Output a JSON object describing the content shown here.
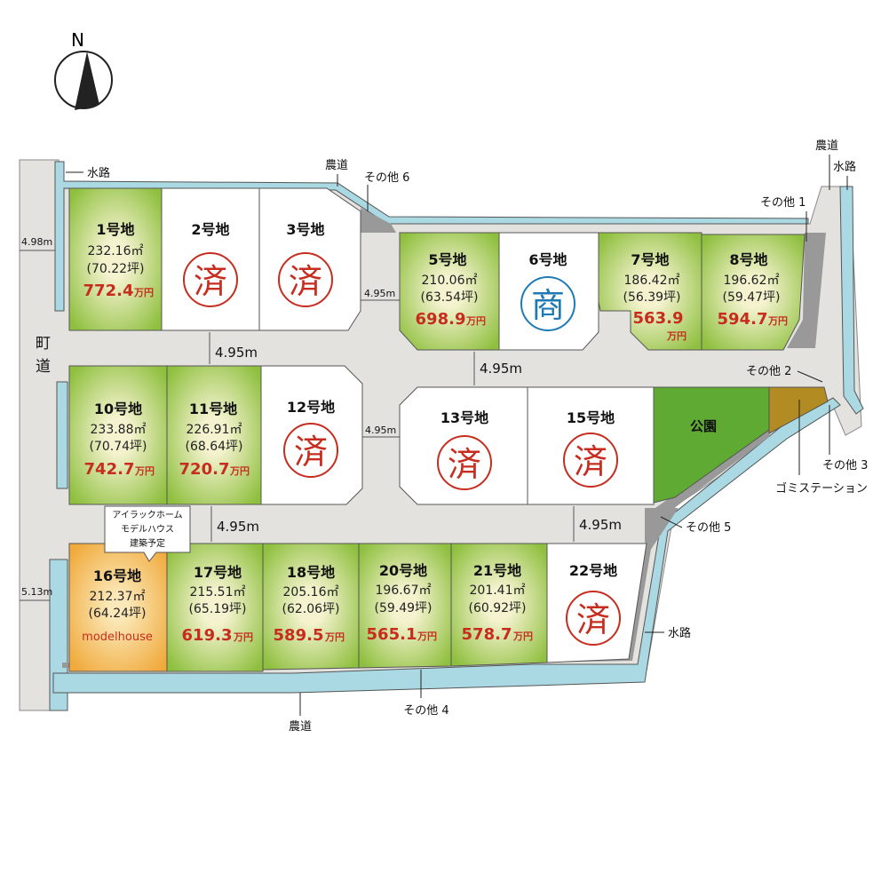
{
  "compass": {
    "label": "N"
  },
  "road_labels": {
    "machi_road": "町道",
    "suiro_top": "水路",
    "suiro_right": "水路",
    "suiro_bottom": "水路",
    "nodo_top": "農道",
    "nodo_right": "農道",
    "nodo_bottom": "農道",
    "koen": "公園",
    "gomi": "ゴミステーション"
  },
  "others": {
    "o1": "その他 1",
    "o2": "その他 2",
    "o3": "その他 3",
    "o4": "その他 4",
    "o5": "その他 5",
    "o6": "その他 6"
  },
  "dimensions": {
    "left_top": "4.98m",
    "left_bottom": "5.13m",
    "road_row1": "4.95m",
    "road_row1_right": "4.95m",
    "road_row2": "4.95m",
    "road_row2_right": "4.95m",
    "gap_5": "4.95m",
    "gap_13": "4.95m"
  },
  "lots": [
    {
      "id": "1",
      "name": "1号地",
      "area": "232.16㎡",
      "tsubo": "(70.22坪)",
      "price": "772.4",
      "unit": "万円",
      "status": "available"
    },
    {
      "id": "2",
      "name": "2号地",
      "status": "sold",
      "mark": "済"
    },
    {
      "id": "3",
      "name": "3号地",
      "status": "sold",
      "mark": "済"
    },
    {
      "id": "5",
      "name": "5号地",
      "area": "210.06㎡",
      "tsubo": "(63.54坪)",
      "price": "698.9",
      "unit": "万円",
      "status": "available"
    },
    {
      "id": "6",
      "name": "6号地",
      "status": "negotiation",
      "mark": "商"
    },
    {
      "id": "7",
      "name": "7号地",
      "area": "186.42㎡",
      "tsubo": "(56.39坪)",
      "price": "563.9",
      "unit": "万円",
      "status": "available"
    },
    {
      "id": "8",
      "name": "8号地",
      "area": "196.62㎡",
      "tsubo": "(59.47坪)",
      "price": "594.7",
      "unit": "万円",
      "status": "available"
    },
    {
      "id": "10",
      "name": "10号地",
      "area": "233.88㎡",
      "tsubo": "(70.74坪)",
      "price": "742.7",
      "unit": "万円",
      "status": "available"
    },
    {
      "id": "11",
      "name": "11号地",
      "area": "226.91㎡",
      "tsubo": "(68.64坪)",
      "price": "720.7",
      "unit": "万円",
      "status": "available"
    },
    {
      "id": "12",
      "name": "12号地",
      "status": "sold",
      "mark": "済"
    },
    {
      "id": "13",
      "name": "13号地",
      "status": "sold",
      "mark": "済"
    },
    {
      "id": "15",
      "name": "15号地",
      "status": "sold",
      "mark": "済"
    },
    {
      "id": "16",
      "name": "16号地",
      "area": "212.37㎡",
      "tsubo": "(64.24坪)",
      "note": "modelhouse",
      "status": "model"
    },
    {
      "id": "17",
      "name": "17号地",
      "area": "215.51㎡",
      "tsubo": "(65.19坪)",
      "price": "619.3",
      "unit": "万円",
      "status": "available"
    },
    {
      "id": "18",
      "name": "18号地",
      "area": "205.16㎡",
      "tsubo": "(62.06坪)",
      "price": "589.5",
      "unit": "万円",
      "status": "available"
    },
    {
      "id": "20",
      "name": "20号地",
      "area": "196.67㎡",
      "tsubo": "(59.49坪)",
      "price": "565.1",
      "unit": "万円",
      "status": "available"
    },
    {
      "id": "21",
      "name": "21号地",
      "area": "201.41㎡",
      "tsubo": "(60.92坪)",
      "price": "578.7",
      "unit": "万円",
      "status": "available"
    },
    {
      "id": "22",
      "name": "22号地",
      "status": "sold",
      "mark": "済"
    }
  ],
  "callout": {
    "line1": "アイラックホーム",
    "line2": "モデルハウス",
    "line3": "建築予定"
  },
  "colors": {
    "road": "#e4e2df",
    "water": "#aad9e4",
    "lot_available": "#8ebf3e",
    "lot_available_center": "#f4f3cd",
    "lot_model": "#f0a93a",
    "lot_model_center": "#fbe7b4",
    "park": "#5eaa32",
    "gomi": "#b38b23",
    "sold_mark": "#c62d1f",
    "neg_mark": "#1e7ab5",
    "gray_strip": "#999999"
  }
}
